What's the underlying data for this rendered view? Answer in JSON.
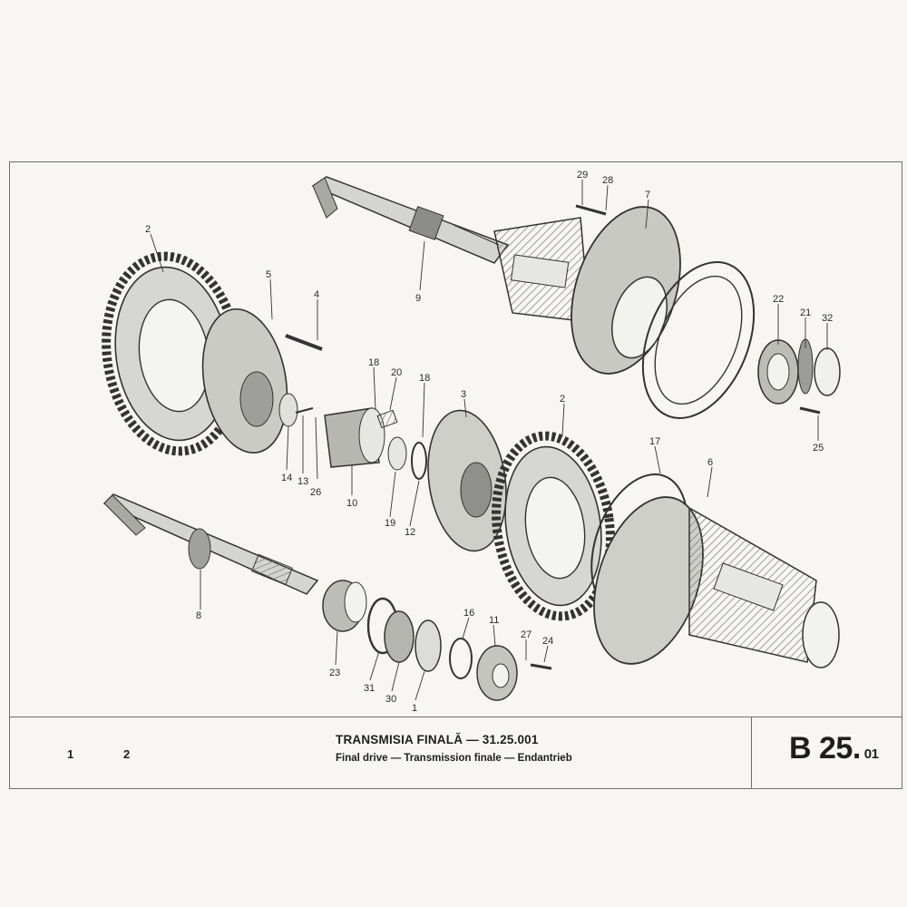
{
  "document": {
    "title_ro": "TRANSMISIA FINALĂ — 31.25.001",
    "title_translations": "Final drive — Transmission finale — Endantrieb",
    "page_code": "B 25.",
    "page_code_sub": "01",
    "page_numbers": [
      "1",
      "2"
    ]
  },
  "part_labels": [
    "29",
    "28",
    "7",
    "2",
    "5",
    "4",
    "9",
    "22",
    "21",
    "32",
    "18",
    "20",
    "18",
    "3",
    "25",
    "14",
    "13",
    "26",
    "10",
    "19",
    "12",
    "2",
    "17",
    "6",
    "8",
    "23",
    "31",
    "30",
    "1",
    "16",
    "11",
    "27",
    "24"
  ],
  "colors": {
    "paper": "#f7f6f2",
    "ink": "#3a3a3a",
    "frame": "#6f6f6f"
  }
}
